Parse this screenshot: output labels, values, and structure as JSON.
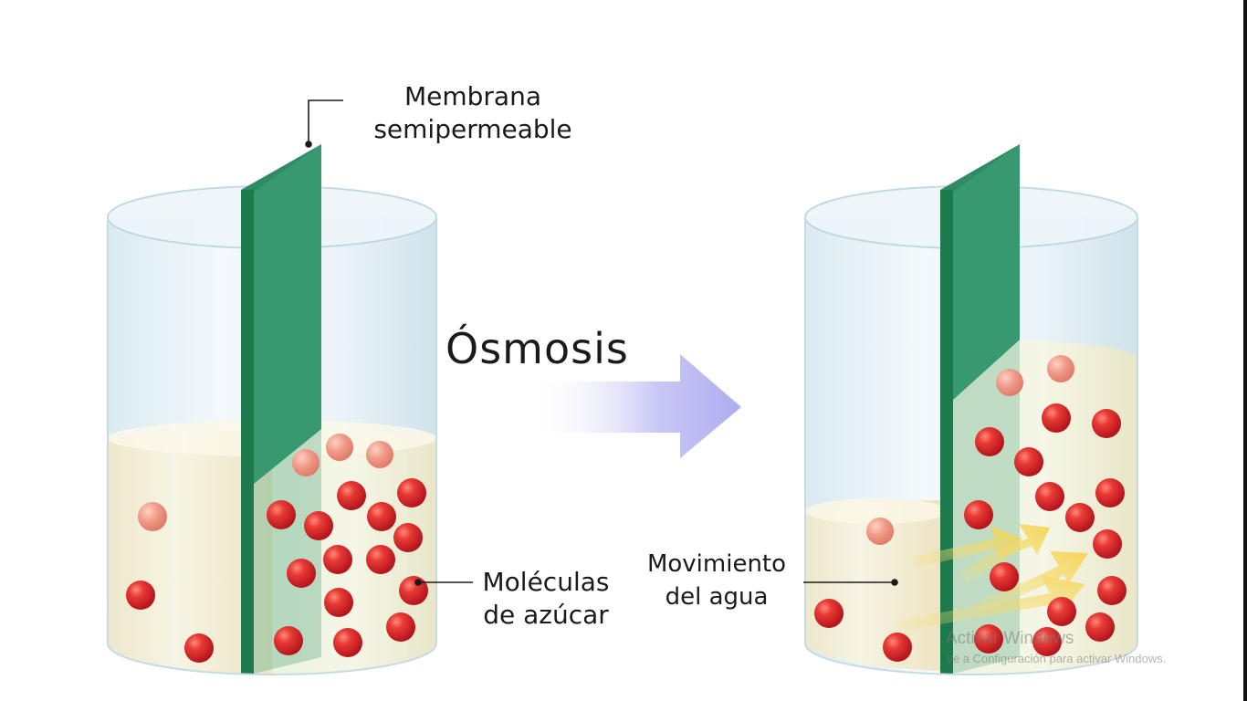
{
  "diagram": {
    "title": "Ósmosis",
    "labels": {
      "membrane_line1": "Membrana",
      "membrane_line2": "semipermeable",
      "sugar_line1": "Moléculas",
      "sugar_line2": "de azúcar",
      "water_line1": "Movimiento",
      "water_line2": "del agua"
    }
  },
  "watermark": {
    "title": "Activar Windows",
    "subtitle": "Ve a Configuración para activar Windows."
  },
  "colors": {
    "membrane": "#2e8b62",
    "membrane_edge": "#1d7a4d",
    "molecule": "#d42a2a",
    "molecule_faded": "#e88a78",
    "water_tint": "#f3eed3",
    "arrow": "#b9b8f2",
    "water_flow_arrow": "#f5d65a"
  }
}
